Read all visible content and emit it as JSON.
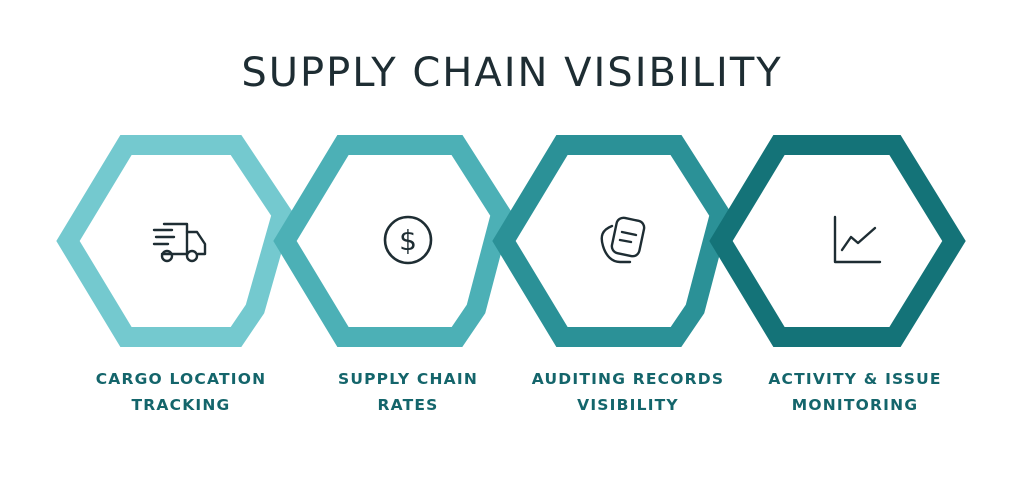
{
  "title": "SUPPLY CHAIN VISIBILITY",
  "colors": {
    "title": "#1e2d33",
    "label": "#14656b",
    "icon": "#1e2d33",
    "hex_1": "#74c9cf",
    "hex_2": "#4cb0b6",
    "hex_3": "#2b9197",
    "hex_4": "#147378"
  },
  "steps": [
    {
      "icon": "delivery-truck-icon",
      "label_line1": "CARGO LOCATION",
      "label_line2": "TRACKING"
    },
    {
      "icon": "dollar-coin-icon",
      "label_line1": "SUPPLY CHAIN",
      "label_line2": "RATES"
    },
    {
      "icon": "documents-icon",
      "label_line1": "AUDITING RECORDS",
      "label_line2": "VISIBILITY"
    },
    {
      "icon": "line-chart-icon",
      "label_line1": "ACTIVITY & ISSUE",
      "label_line2": "MONITORING"
    }
  ]
}
